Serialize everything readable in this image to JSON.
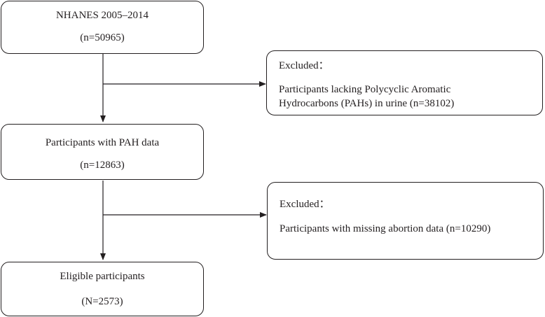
{
  "flow": {
    "box1": {
      "line1": "NHANES 2005–2014",
      "line2": "(n=50965)"
    },
    "exclusion1": {
      "header": "Excluded：",
      "line1": "Participants lacking Polycyclic Aromatic",
      "line2": "Hydrocarbons (PAHs) in urine (n=38102)"
    },
    "box2": {
      "line1": "Participants with PAH data",
      "line2": "(n=12863)"
    },
    "exclusion2": {
      "header": "Excluded：",
      "line1": "Participants with missing abortion data (n=10290)"
    },
    "box3": {
      "line1": "Eligible participants",
      "line2": "(N=2573)"
    }
  }
}
